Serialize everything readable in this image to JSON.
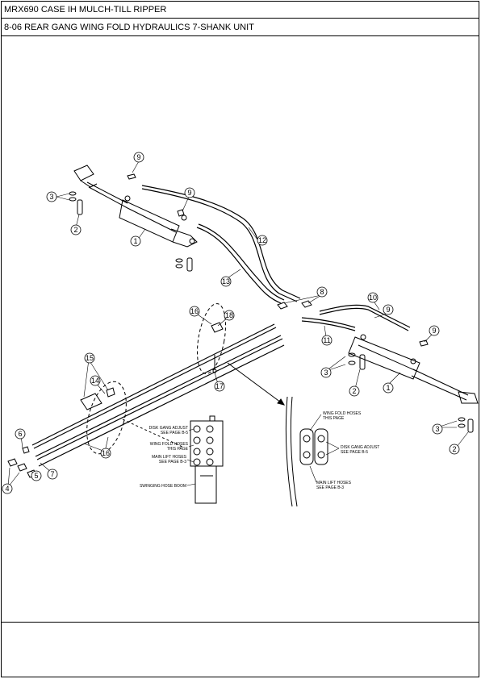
{
  "header": {
    "title": "MRX690 CASE IH MULCH-TILL RIPPER",
    "subtitle": "8-06 REAR GANG WING FOLD HYDRAULICS 7-SHANK UNIT"
  },
  "callouts": [
    "9",
    "3",
    "9",
    "2",
    "1",
    "12",
    "13",
    "8",
    "10",
    "9",
    "9",
    "11",
    "3",
    "2",
    "1",
    "3",
    "2",
    "16",
    "18",
    "17",
    "15",
    "14",
    "16",
    "6",
    "7",
    "5",
    "4"
  ],
  "notes": {
    "left": {
      "disk_gang_1": "DISK GANG ADJUST",
      "disk_gang_2": "SEE PAGE B-5",
      "wing_fold_1": "WING FOLD HOSES",
      "wing_fold_2": "THIS PAGE",
      "main_lift_1": "MAIN LIFT HOSES",
      "main_lift_2": "SEE PAGE B-3",
      "swinging": "SWINGING HOSE BOOM"
    },
    "right": {
      "wing_fold_1": "WING FOLD HOSES",
      "wing_fold_2": "THIS PAGE",
      "disk_gang_1": "DISK GANG ADJUST",
      "disk_gang_2": "SEE PAGE B-5",
      "main_lift_1": "MAIN LIFT HOSES",
      "main_lift_2": "SEE PAGE B-3"
    }
  }
}
